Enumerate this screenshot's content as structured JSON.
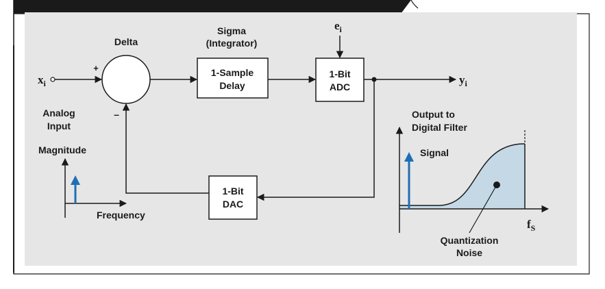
{
  "diagram": {
    "labels": {
      "delta": "Delta",
      "sigma_line1": "Sigma",
      "sigma_line2": "(Integrator)",
      "error_main": "e",
      "error_sub": "i",
      "input_main": "x",
      "input_sub": "i",
      "output_main": "y",
      "output_sub": "i",
      "plus": "+",
      "minus": "–",
      "analog_line1": "Analog",
      "analog_line2": "Input",
      "magnitude": "Magnitude",
      "frequency": "Frequency",
      "output_line1": "Output to",
      "output_line2": "Digital Filter",
      "signal": "Signal",
      "fs_main": "f",
      "fs_sub": "S",
      "quant_line1": "Quantization",
      "quant_line2": "Noise"
    },
    "blocks": {
      "delay_line1": "1-Sample",
      "delay_line2": "Delay",
      "adc_line1": "1-Bit",
      "adc_line2": "ADC",
      "dac_line1": "1-Bit",
      "dac_line2": "DAC"
    },
    "colors": {
      "panel": "#e6e6e6",
      "frame": "#1a1a1a",
      "signal_arrow": "#1f6fb5",
      "noise_fill": "#c4d8e6"
    }
  }
}
